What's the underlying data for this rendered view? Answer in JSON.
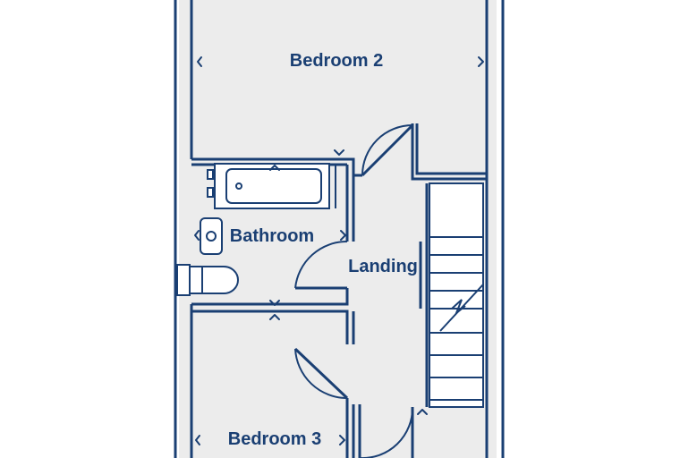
{
  "rooms": {
    "bedroom2": "Bedroom 2",
    "bathroom": "Bathroom",
    "landing": "Landing",
    "bedroom3": "Bedroom 3"
  },
  "colors": {
    "wall": "#1a3f73",
    "floor": "#ececec",
    "background": "#ffffff"
  }
}
